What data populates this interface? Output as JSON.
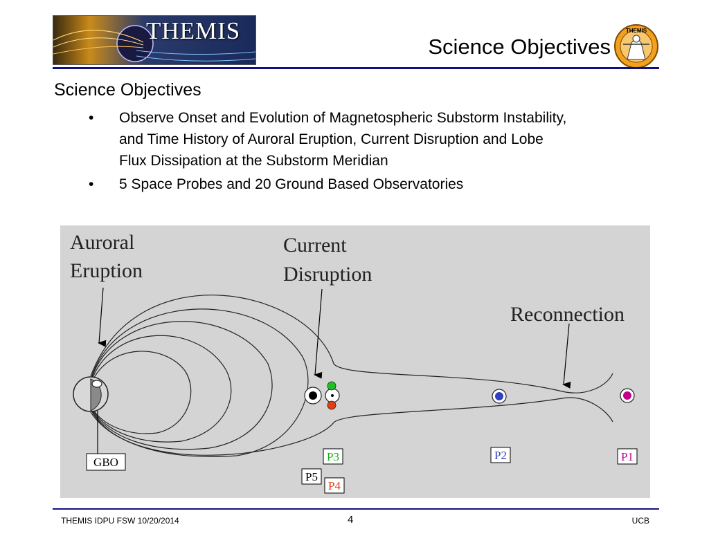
{
  "header": {
    "banner_text": "THEMIS",
    "title": "Science Objectives",
    "logo_text": "THEMIS"
  },
  "content": {
    "section_title": "Science Objectives",
    "bullets": [
      {
        "symbol": "•",
        "lines": [
          "Observe Onset and Evolution of Magnetospheric Substorm Instability,",
          "and Time History of Auroral Eruption, Current Disruption and Lobe",
          "Flux Dissipation at the Substorm Meridian"
        ]
      },
      {
        "symbol": "•",
        "lines": [
          "5 Space Probes and 20 Ground Based Observatories"
        ]
      }
    ]
  },
  "figure": {
    "labels": {
      "auroral_line1": "Auroral",
      "auroral_line2": "Eruption",
      "current_line1": "Current",
      "current_line2": "Disruption",
      "reconnection": "Reconnection"
    },
    "boxes": {
      "gbo": "GBO",
      "p1": "P1",
      "p2": "P2",
      "p3": "P3",
      "p4": "P4",
      "p5": "P5"
    },
    "colors": {
      "p1": "#c0008a",
      "p2": "#3040c0",
      "p3": "#10b010",
      "p4": "#e04010",
      "p5": "#000000",
      "background": "#d4d4d4"
    }
  },
  "footer": {
    "left": "THEMIS IDPU FSW 10/20/2014",
    "page": "4",
    "right": "UCB"
  },
  "colors": {
    "rule": "#101080"
  }
}
